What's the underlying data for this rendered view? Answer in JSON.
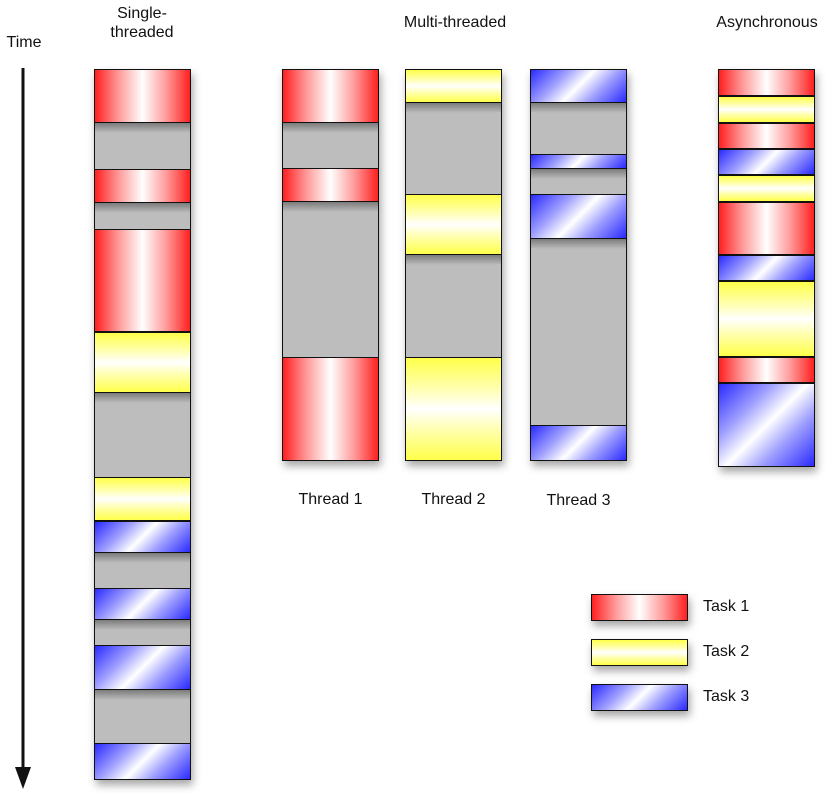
{
  "axis": {
    "label": "Time",
    "direction": "down"
  },
  "tasks": [
    {
      "id": "t1",
      "name": "Task 1",
      "color": "#ff2020"
    },
    {
      "id": "t2",
      "name": "Task 2",
      "color": "#ffff4a"
    },
    {
      "id": "t3",
      "name": "Task 3",
      "color": "#2a2aff"
    }
  ],
  "idle_color": "#bdbdbd",
  "models": {
    "single": {
      "title_line1": "Single-",
      "title_line2": "threaded"
    },
    "multi": {
      "title": "Multi-threaded",
      "threads": [
        {
          "label": "Thread 1"
        },
        {
          "label": "Thread 2"
        },
        {
          "label": "Thread 3"
        }
      ]
    },
    "async": {
      "title": "Asynchronous"
    }
  },
  "timelines": {
    "single": [
      [
        "t1",
        53
      ],
      [
        "idle",
        46
      ],
      [
        "t1",
        34
      ],
      [
        "idle",
        26
      ],
      [
        "t1",
        104
      ],
      [
        "t2",
        61
      ],
      [
        "idle",
        84
      ],
      [
        "t2",
        44
      ],
      [
        "t3",
        32
      ],
      [
        "idle",
        35
      ],
      [
        "t3",
        33
      ],
      [
        "idle",
        25
      ],
      [
        "t3",
        45
      ],
      [
        "idle",
        53
      ],
      [
        "t3",
        36
      ]
    ],
    "thread1": [
      [
        "t1",
        53
      ],
      [
        "idle",
        46
      ],
      [
        "t1",
        34
      ],
      [
        "idle",
        155
      ],
      [
        "t1",
        104
      ]
    ],
    "thread2": [
      [
        "t2",
        33
      ],
      [
        "idle",
        92
      ],
      [
        "t2",
        61
      ],
      [
        "idle",
        102
      ],
      [
        "t2",
        104
      ]
    ],
    "thread3": [
      [
        "t3",
        33
      ],
      [
        "idle",
        51
      ],
      [
        "t3",
        16
      ],
      [
        "idle",
        25
      ],
      [
        "t3",
        45
      ],
      [
        "idle",
        187
      ],
      [
        "t3",
        35
      ]
    ],
    "async": [
      [
        "t1",
        26
      ],
      [
        "t2",
        27
      ],
      [
        "t1",
        26
      ],
      [
        "t3",
        27
      ],
      [
        "t2",
        27
      ],
      [
        "t1",
        53
      ],
      [
        "t3",
        26
      ],
      [
        "t2",
        76
      ],
      [
        "t1",
        27
      ],
      [
        "t3",
        83
      ]
    ]
  },
  "legend": [
    {
      "task": "t1",
      "label": "Task 1"
    },
    {
      "task": "t2",
      "label": "Task 2"
    },
    {
      "task": "t3",
      "label": "Task 3"
    }
  ]
}
